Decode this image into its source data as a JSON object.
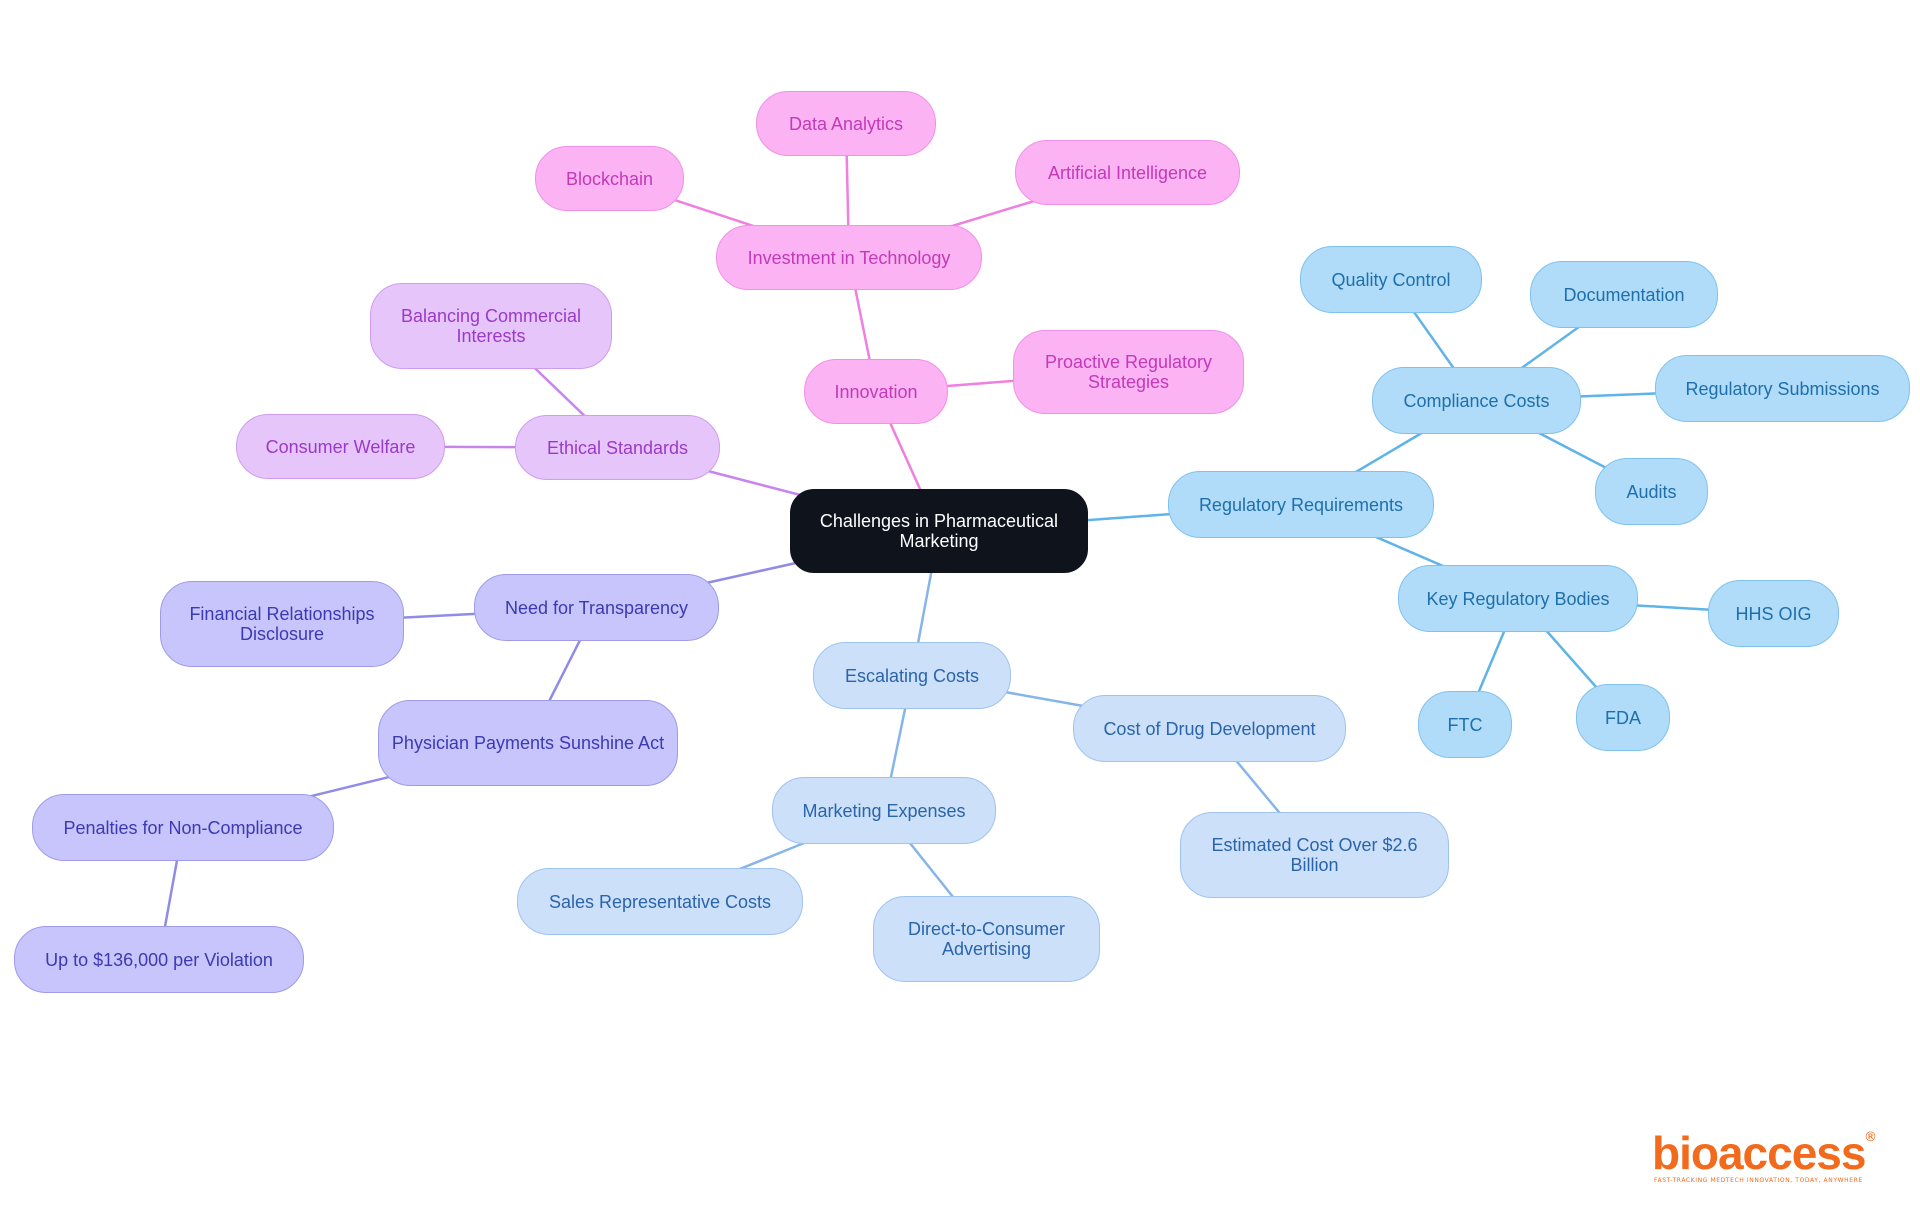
{
  "diagram": {
    "root": "Challenges in Pharmaceutical Marketing",
    "branches": {
      "innovation": {
        "label": "Innovation",
        "investment": "Investment in Technology",
        "data_analytics": "Data Analytics",
        "blockchain": "Blockchain",
        "artificial_intelligence": "Artificial Intelligence",
        "proactive": "Proactive Regulatory Strategies"
      },
      "ethical": {
        "label": "Ethical Standards",
        "balancing": "Balancing Commercial Interests",
        "consumer_welfare": "Consumer Welfare"
      },
      "transparency": {
        "label": "Need for Transparency",
        "financial": "Financial Relationships Disclosure",
        "sunshine": "Physician Payments Sunshine Act",
        "penalties": "Penalties for Non-Compliance",
        "per_violation": "Up to $136,000 per Violation"
      },
      "costs": {
        "label": "Escalating Costs",
        "marketing": "Marketing Expenses",
        "sales_reps": "Sales Representative Costs",
        "dtc": "Direct-to-Consumer Advertising",
        "drug_dev": "Cost of Drug Development",
        "estimated": "Estimated Cost Over $2.6 Billion"
      },
      "regulatory": {
        "label": "Regulatory Requirements",
        "compliance": "Compliance Costs",
        "quality_control": "Quality Control",
        "documentation": "Documentation",
        "submissions": "Regulatory Submissions",
        "audits": "Audits",
        "bodies": "Key Regulatory Bodies",
        "hhs_oig": "HHS OIG",
        "fda": "FDA",
        "ftc": "FTC"
      }
    },
    "colors": {
      "root": "#0f141c",
      "innovation": "#fbb3f3",
      "ethical": "#e6c6fa",
      "transparency": "#c7c5fb",
      "regulatory": "#b0dcf9",
      "costs": "#cce0f9"
    }
  },
  "logo": {
    "text": "bioaccess",
    "mark": "®",
    "tagline": "FAST-TRACKING MEDTECH INNOVATION, TODAY, ANYWHERE"
  }
}
